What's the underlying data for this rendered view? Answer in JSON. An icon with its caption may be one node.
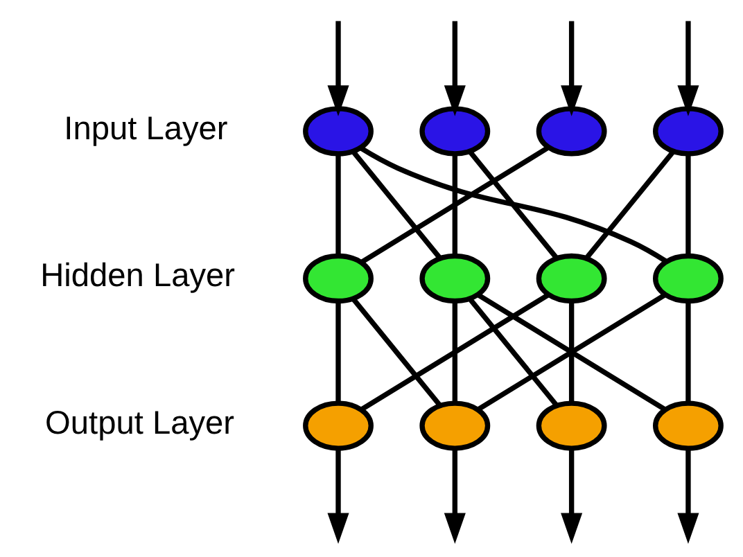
{
  "diagram": {
    "nodes": [
      {
        "text": [],
        "shape": "circle"
      },
      {
        "text": [],
        "shape": "circle"
      },
      {
        "text": [],
        "shape": "circle"
      },
      {
        "text": [],
        "shape": "circle"
      },
      {
        "text": [],
        "shape": "circle"
      },
      {
        "text": [],
        "shape": "circle"
      },
      {
        "text": [],
        "shape": "circle"
      },
      {
        "text": [],
        "shape": "circle"
      },
      {
        "text": [],
        "shape": "circle"
      },
      {
        "text": [],
        "shape": "circle"
      },
      {
        "text": [],
        "shape": "circle"
      },
      {
        "text": [],
        "shape": "circle"
      }
    ],
    "edges": [
      {
        "from": null,
        "to": 0,
        "arrow": "to"
      },
      {
        "from": null,
        "to": 1,
        "arrow": "to"
      },
      {
        "from": null,
        "to": 2,
        "arrow": "to"
      },
      {
        "from": null,
        "to": 3,
        "arrow": "to"
      },
      {
        "from": 0,
        "to": 4,
        "arrow": "none"
      },
      {
        "from": 0,
        "to": 5,
        "arrow": "none"
      },
      {
        "from": 0,
        "to": 7,
        "arrow": "none"
      },
      {
        "from": 1,
        "to": 5,
        "arrow": "none"
      },
      {
        "from": 1,
        "to": 6,
        "arrow": "none"
      },
      {
        "from": 2,
        "to": 4,
        "arrow": "none"
      },
      {
        "from": 3,
        "to": 6,
        "arrow": "none"
      },
      {
        "from": 3,
        "to": 7,
        "arrow": "none"
      },
      {
        "from": 4,
        "to": 8,
        "arrow": "none"
      },
      {
        "from": 4,
        "to": 9,
        "arrow": "none"
      },
      {
        "from": 5,
        "to": 9,
        "arrow": "none"
      },
      {
        "from": 5,
        "to": 10,
        "arrow": "none"
      },
      {
        "from": 5,
        "to": 11,
        "arrow": "none"
      },
      {
        "from": 6,
        "to": 8,
        "arrow": "none"
      },
      {
        "from": 6,
        "to": 10,
        "arrow": "none"
      },
      {
        "from": 7,
        "to": 9,
        "arrow": "none"
      },
      {
        "from": 7,
        "to": 11,
        "arrow": "none"
      },
      {
        "from": 8,
        "to": null,
        "arrow": "to"
      },
      {
        "from": 9,
        "to": null,
        "arrow": "to"
      },
      {
        "from": 10,
        "to": null,
        "arrow": "to"
      },
      {
        "from": 11,
        "to": null,
        "arrow": "to"
      }
    ],
    "labels": [
      "Input Layer",
      "Hidden Layer",
      "Output Layer"
    ]
  }
}
